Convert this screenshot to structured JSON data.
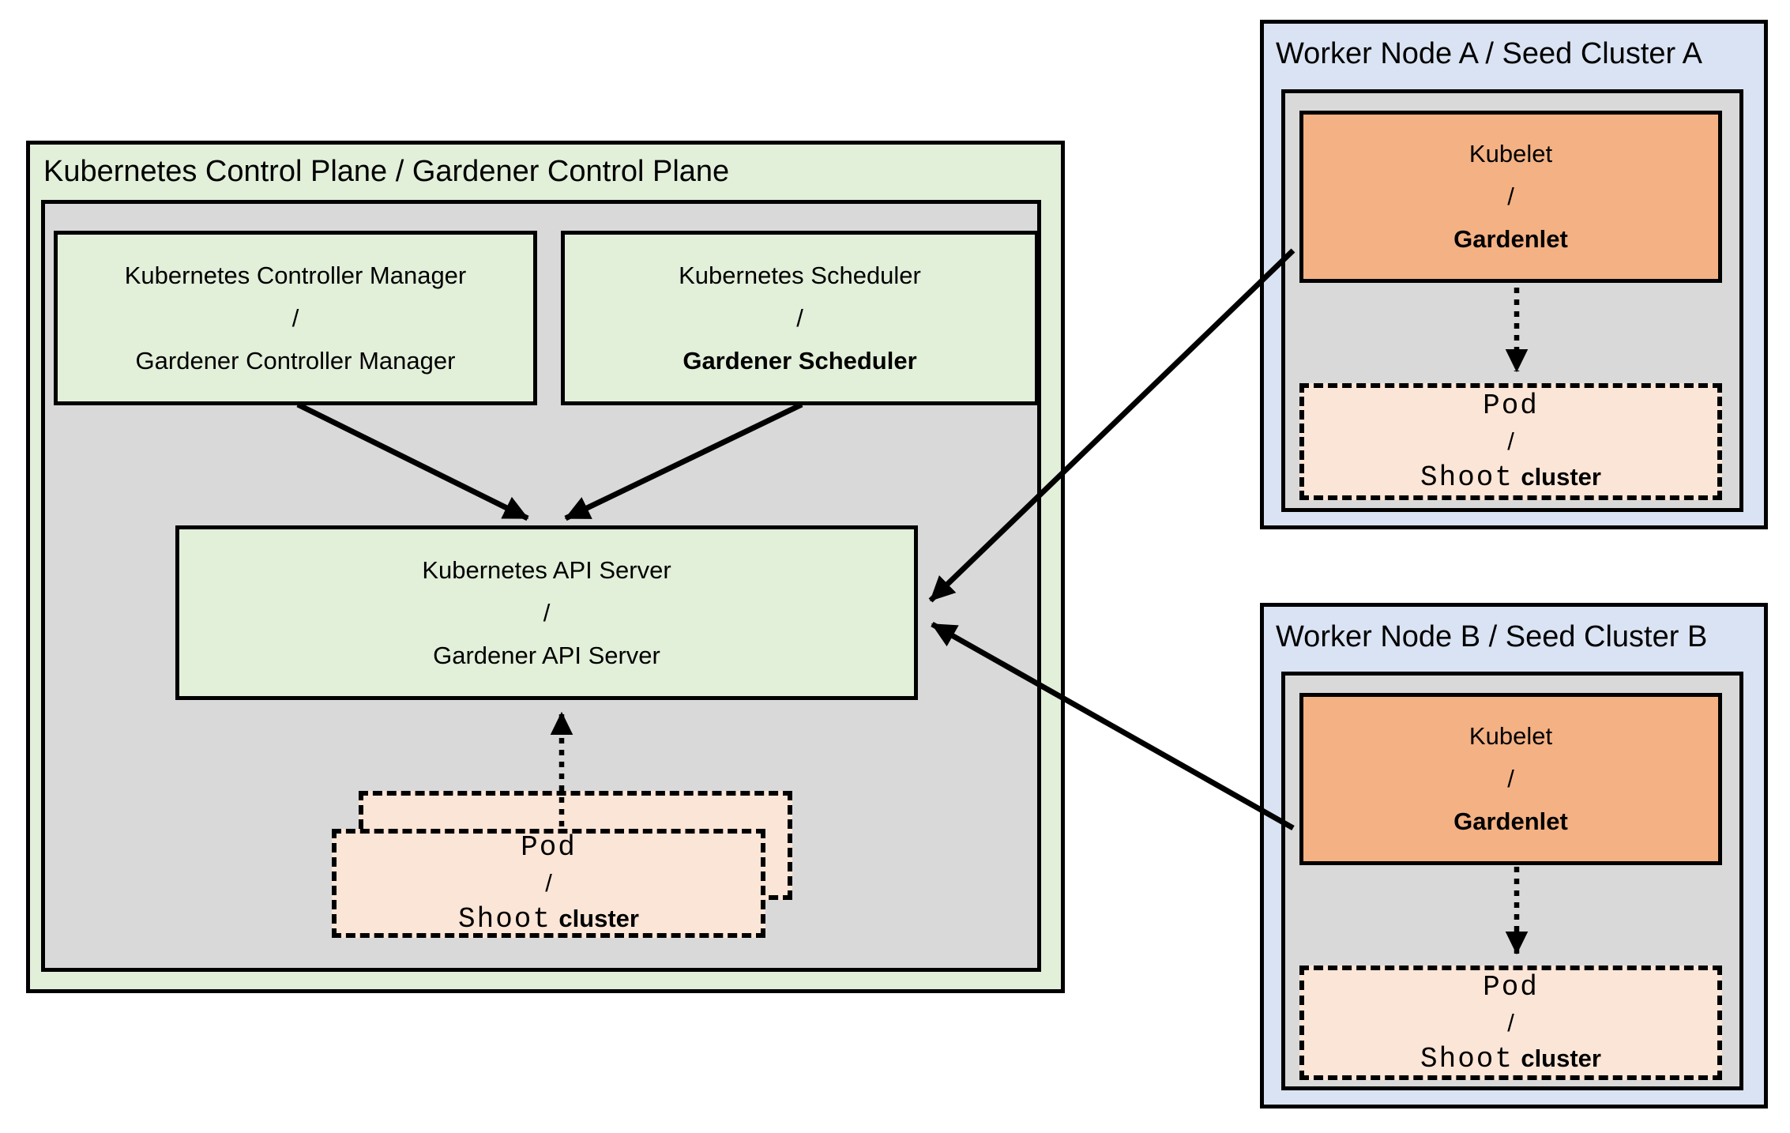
{
  "colors": {
    "green_fill": "#e2efd9",
    "gray_fill": "#d9d9d9",
    "orange_fill": "#f4b183",
    "peach_fill": "#fbe5d6",
    "blue_fill": "#dae3f3",
    "line_color": "#000000"
  },
  "control_plane": {
    "title": "Kubernetes Control Plane / Gardener Control Plane",
    "controller_manager": {
      "line1": "Kubernetes Controller Manager",
      "separator": "/",
      "line2": "Gardener Controller Manager"
    },
    "scheduler": {
      "line1": "Kubernetes Scheduler",
      "separator": "/",
      "line2": "Gardener Scheduler"
    },
    "api_server": {
      "line1": "Kubernetes API Server",
      "separator": "/",
      "line2": "Gardener API Server"
    },
    "pod_stack": {
      "line1": "Pod",
      "separator": "/",
      "line2_code": "Shoot",
      "line2_text": "cluster"
    }
  },
  "worker_node_a": {
    "title": "Worker Node A / Seed Cluster A",
    "kubelet": {
      "line1": "Kubelet",
      "separator": "/",
      "line2": "Gardenlet"
    },
    "pod": {
      "line1": "Pod",
      "separator": "/",
      "line2_code": "Shoot",
      "line2_text": "cluster"
    }
  },
  "worker_node_b": {
    "title": "Worker Node B / Seed Cluster B",
    "kubelet": {
      "line1": "Kubelet",
      "separator": "/",
      "line2": "Gardenlet"
    },
    "pod": {
      "line1": "Pod",
      "separator": "/",
      "line2_code": "Shoot",
      "line2_text": "cluster"
    }
  }
}
